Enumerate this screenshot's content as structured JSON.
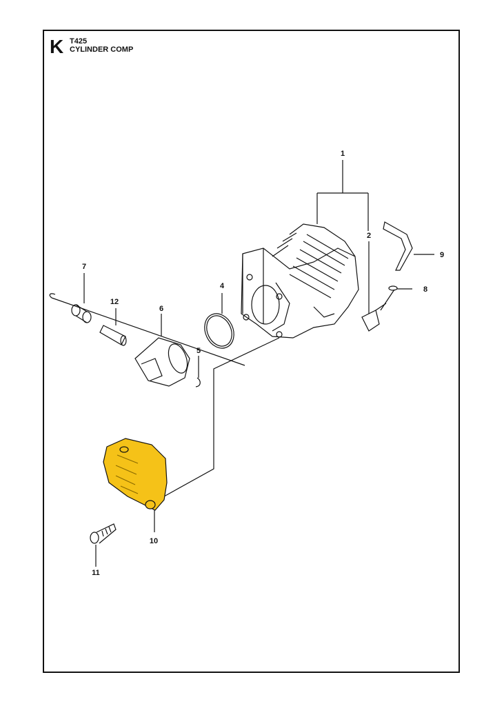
{
  "header": {
    "section_letter": "K",
    "model": "T425",
    "title": "CYLINDER COMP"
  },
  "callouts": [
    {
      "id": "c1",
      "label": "1"
    },
    {
      "id": "c2",
      "label": "2"
    },
    {
      "id": "c4",
      "label": "4"
    },
    {
      "id": "c5",
      "label": "5"
    },
    {
      "id": "c6",
      "label": "6"
    },
    {
      "id": "c7",
      "label": "7"
    },
    {
      "id": "c8",
      "label": "8"
    },
    {
      "id": "c9",
      "label": "9"
    },
    {
      "id": "c10",
      "label": "10"
    },
    {
      "id": "c11",
      "label": "11"
    },
    {
      "id": "c12",
      "label": "12"
    }
  ],
  "colors": {
    "highlight": "#f5c218",
    "line": "#111111"
  }
}
